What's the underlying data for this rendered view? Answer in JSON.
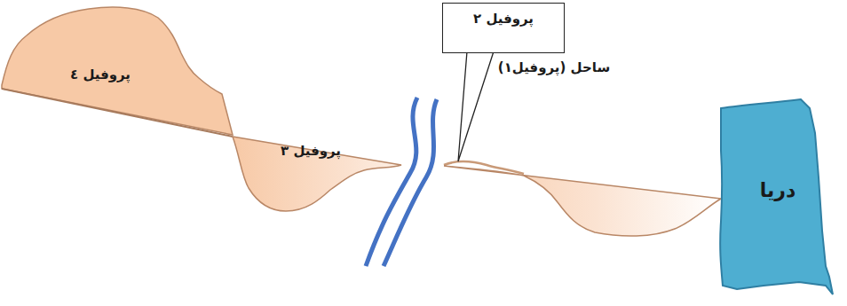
{
  "diagram": {
    "nodes": [
      {
        "text": [
          "پروفیل ٤"
        ]
      },
      {
        "text": [
          "پروفیل ۳"
        ]
      },
      {
        "text": [
          "پروفیل ۲"
        ]
      },
      {
        "text": [
          "دریا"
        ]
      }
    ],
    "labels": [
      "ساحل (پروفیل۱)"
    ]
  }
}
